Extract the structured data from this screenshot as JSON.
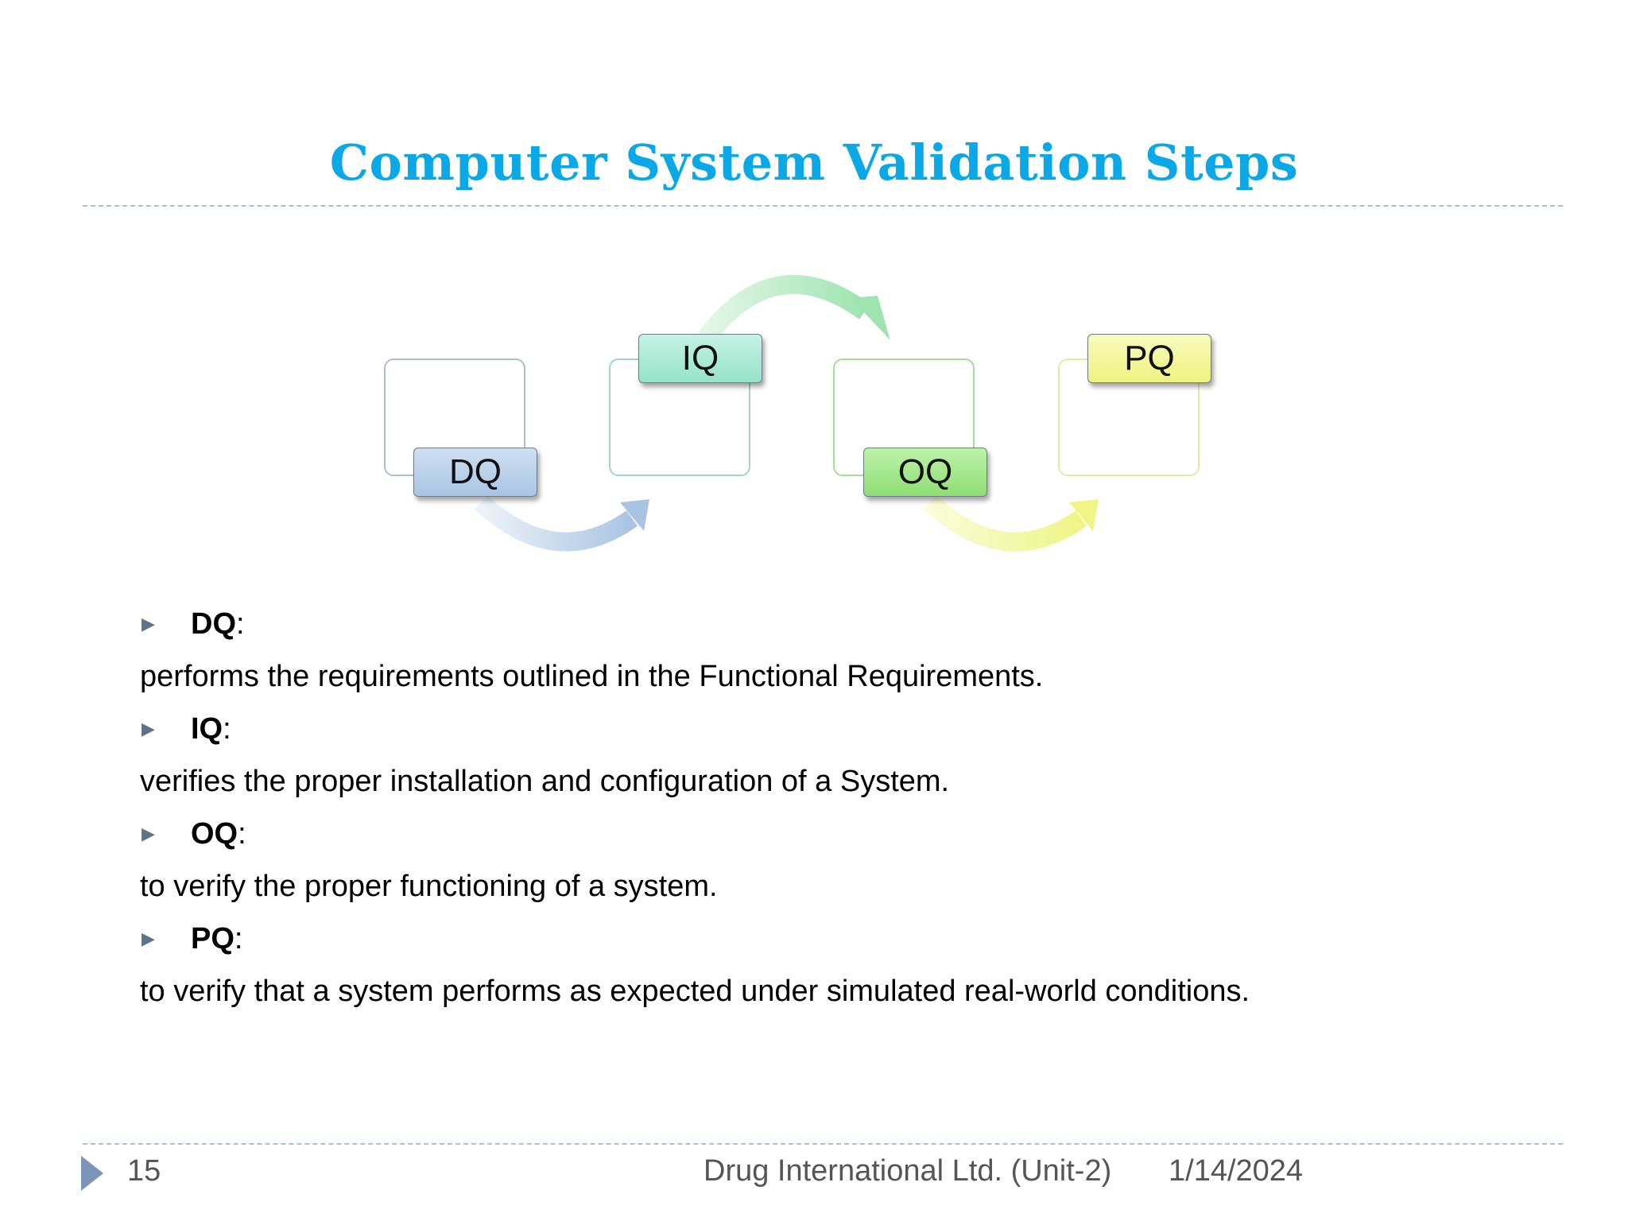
{
  "slide": {
    "title": "Computer System Validation Steps"
  },
  "diagram": {
    "boxes": [
      {
        "label": "DQ",
        "color": "#bcd2ea"
      },
      {
        "label": "IQ",
        "color": "#a9ead6"
      },
      {
        "label": "OQ",
        "color": "#a4e68f"
      },
      {
        "label": "PQ",
        "color": "#f3f59a"
      }
    ]
  },
  "items": [
    {
      "term": "DQ",
      "colon": ":",
      "description": "performs the requirements outlined in the Functional Requirements."
    },
    {
      "term": "IQ",
      "colon": ":",
      "description": "verifies the proper installation and configuration of a System."
    },
    {
      "term": "OQ",
      "colon": ":",
      "description": "to verify the proper functioning of a system."
    },
    {
      "term": "PQ",
      "colon": ":",
      "description": "to verify that a system performs as expected under simulated real-world conditions."
    }
  ],
  "footer": {
    "page_number": "15",
    "company": "Drug International Ltd. (Unit-2)",
    "date": "1/14/2024"
  }
}
